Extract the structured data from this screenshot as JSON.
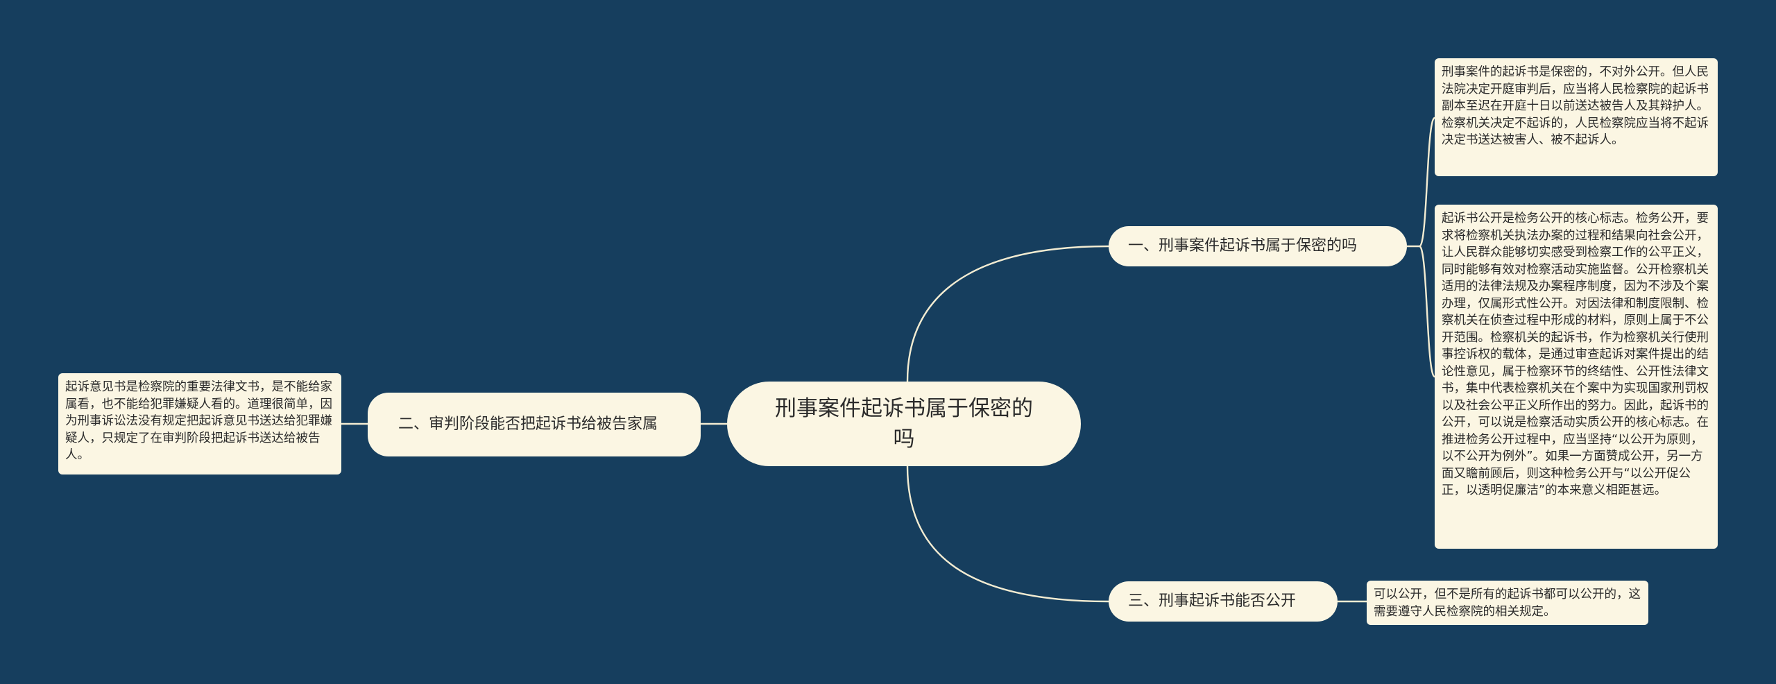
{
  "mindmap": {
    "root": {
      "label": "刑事案件起诉书属于保密的吗"
    },
    "branches": [
      {
        "label": "一、刑事案件起诉书属于保密的吗",
        "leaves": [
          "刑事案件的起诉书是保密的，不对外公开。但人民法院决定开庭审判后，应当将人民检察院的起诉书副本至迟在开庭十日以前送达被告人及其辩护人。检察机关决定不起诉的，人民检察院应当将不起诉决定书送达被害人、被不起诉人。",
          "起诉书公开是检务公开的核心标志。检务公开，要求将检察机关执法办案的过程和结果向社会公开，让人民群众能够切实感受到检察工作的公平正义，同时能够有效对检察活动实施监督。公开检察机关适用的法律法规及办案程序制度，因为不涉及个案办理，仅属形式性公开。对因法律和制度限制、检察机关在侦查过程中形成的材料，原则上属于不公开范围。检察机关的起诉书，作为检察机关行使刑事控诉权的载体，是通过审查起诉对案件提出的结论性意见，属于检察环节的终结性、公开性法律文书，集中代表检察机关在个案中为实现国家刑罚权以及社会公平正义所作出的努力。因此，起诉书的公开，可以说是检察活动实质公开的核心标志。在推进检务公开过程中，应当坚持“以公开为原则，以不公开为例外”。如果一方面赞成公开，另一方面又瞻前顾后，则这种检务公开与“以公开促公正，以透明促廉洁”的本来意义相距甚远。"
        ]
      },
      {
        "label": "二、审判阶段能否把起诉书给被告家属",
        "leaves": [
          "起诉意见书是检察院的重要法律文书，是不能给家属看，也不能给犯罪嫌疑人看的。道理很简单，因为刑事诉讼法没有规定把起诉意见书送达给犯罪嫌疑人，只规定了在审判阶段把起诉书送达给被告人。"
        ]
      },
      {
        "label": "三、刑事起诉书能否公开",
        "leaves": [
          "可以公开，但不是所有的起诉书都可以公开的，这需要遵守人民检察院的相关规定。"
        ]
      }
    ]
  },
  "colors": {
    "background": "#163e5e",
    "node_fill": "#fbf6e3",
    "connector": "#f3ecd2",
    "text": "#2b2b2b"
  }
}
